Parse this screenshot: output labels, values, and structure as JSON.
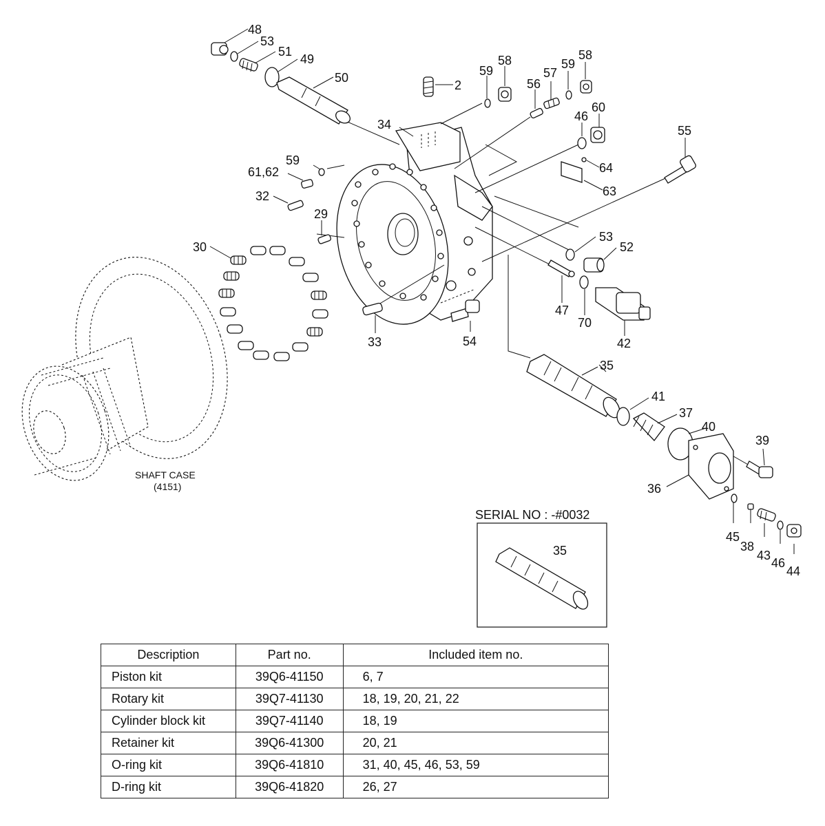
{
  "callouts": {
    "c48": "48",
    "c53a": "53",
    "c51": "51",
    "c49": "49",
    "c50": "50",
    "c2": "2",
    "c59a": "59",
    "c58a": "58",
    "c56": "56",
    "c57": "57",
    "c59b": "59",
    "c58b": "58",
    "c34": "34",
    "c46a": "46",
    "c60": "60",
    "c55": "55",
    "c59c": "59",
    "c6162": "61,62",
    "c64": "64",
    "c63": "63",
    "c32": "32",
    "c29": "29",
    "c30": "30",
    "c53b": "53",
    "c52": "52",
    "c47": "47",
    "c70": "70",
    "c42": "42",
    "c33": "33",
    "c54": "54",
    "c35": "35",
    "c41": "41",
    "c37": "37",
    "c40": "40",
    "c39": "39",
    "c36": "36",
    "c45": "45",
    "c38": "38",
    "c43": "43",
    "c46b": "46",
    "c44": "44",
    "c35inset": "35"
  },
  "shaft_case": {
    "line1": "SHAFT CASE",
    "line2": "(4151)"
  },
  "inset": {
    "title": "SERIAL NO : -#0032"
  },
  "kit_table": {
    "headers": [
      "Description",
      "Part no.",
      "Included item no."
    ],
    "rows": [
      [
        "Piston kit",
        "39Q6-41150",
        "6, 7"
      ],
      [
        "Rotary kit",
        "39Q7-41130",
        "18, 19, 20, 21, 22"
      ],
      [
        "Cylinder block kit",
        "39Q7-41140",
        "18, 19"
      ],
      [
        "Retainer kit",
        "39Q6-41300",
        "20, 21"
      ],
      [
        "O-ring kit",
        "39Q6-41810",
        "31, 40, 45, 46, 53, 59"
      ],
      [
        "D-ring kit",
        "39Q6-41820",
        "26, 27"
      ]
    ]
  }
}
